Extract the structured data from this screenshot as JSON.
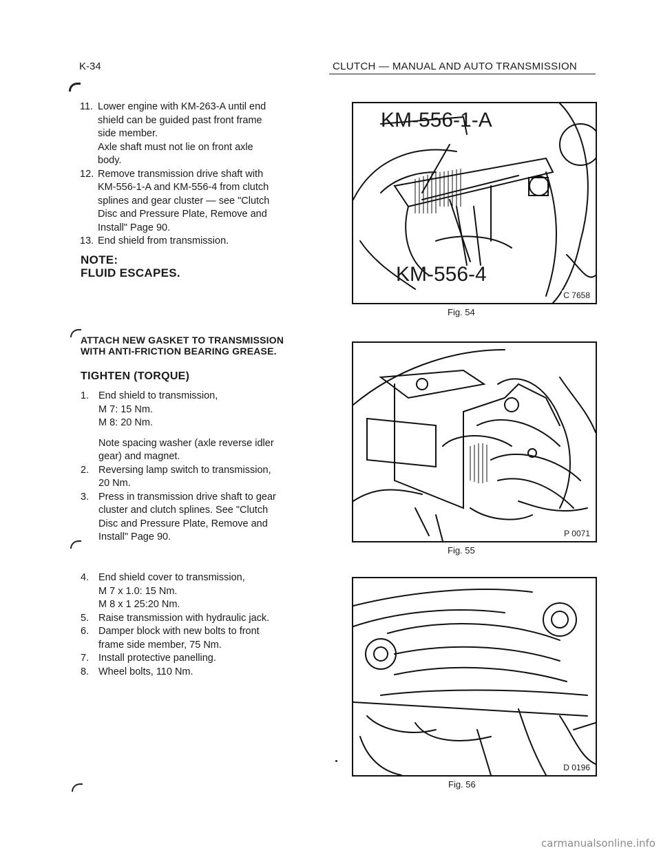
{
  "header": {
    "page_number": "K-34",
    "section_title": "CLUTCH — MANUAL AND AUTO TRANSMISSION"
  },
  "removal_steps": [
    {
      "num": "11.",
      "lines": [
        "Lower engine with KM-263-A until end",
        "shield can be guided past front frame",
        "side member.",
        "Axle shaft must not lie on front axle",
        "body."
      ]
    },
    {
      "num": "12.",
      "lines": [
        "Remove transmission drive shaft with",
        "KM-556-1-A and KM-556-4 from clutch",
        "splines and gear cluster — see \"Clutch",
        "Disc and Pressure Plate, Remove and",
        "Install\" Page 90."
      ]
    },
    {
      "num": "13.",
      "lines": [
        "End shield from transmission."
      ]
    }
  ],
  "note": {
    "title": "NOTE:",
    "text": "FLUID ESCAPES."
  },
  "gasket_instruction": {
    "line1": "ATTACH NEW GASKET TO TRANSMISSION",
    "line2": "WITH ANTI-FRICTION BEARING GREASE."
  },
  "tighten_heading": "TIGHTEN (TORQUE)",
  "tighten_steps_a": [
    {
      "num": "1.",
      "lines": [
        "End shield to transmission,",
        "M 7: 15 Nm.",
        "M 8: 20 Nm."
      ],
      "extra": [
        "Note spacing washer (axle reverse idler",
        "gear) and magnet."
      ]
    },
    {
      "num": "2.",
      "lines": [
        "Reversing lamp switch to transmission,",
        "20 Nm."
      ]
    },
    {
      "num": "3.",
      "lines": [
        "Press in transmission drive shaft to gear",
        "cluster and clutch splines. See \"Clutch",
        "Disc and Pressure Plate, Remove and",
        "Install\" Page 90."
      ]
    }
  ],
  "tighten_steps_b": [
    {
      "num": "4.",
      "lines": [
        "End shield cover to transmission,",
        "M 7 x 1.0: 15 Nm.",
        "M 8 x 1 25:20 Nm."
      ]
    },
    {
      "num": "5.",
      "lines": [
        "Raise transmission with hydraulic jack."
      ]
    },
    {
      "num": "6.",
      "lines": [
        "Damper block with new bolts to front",
        "frame side member, 75 Nm."
      ]
    },
    {
      "num": "7.",
      "lines": [
        "Install protective panelling."
      ]
    },
    {
      "num": "8.",
      "lines": [
        "Wheel bolts, 110 Nm."
      ]
    }
  ],
  "figures": [
    {
      "caption": "Fig. 54",
      "code": "C 7658",
      "label_top": "KM-556-1-A",
      "label_bottom": "KM-556-4"
    },
    {
      "caption": "Fig. 55",
      "code": "P 0071"
    },
    {
      "caption": "Fig. 56",
      "code": "D 0196"
    }
  ],
  "watermark": "carmanualsonline.info"
}
